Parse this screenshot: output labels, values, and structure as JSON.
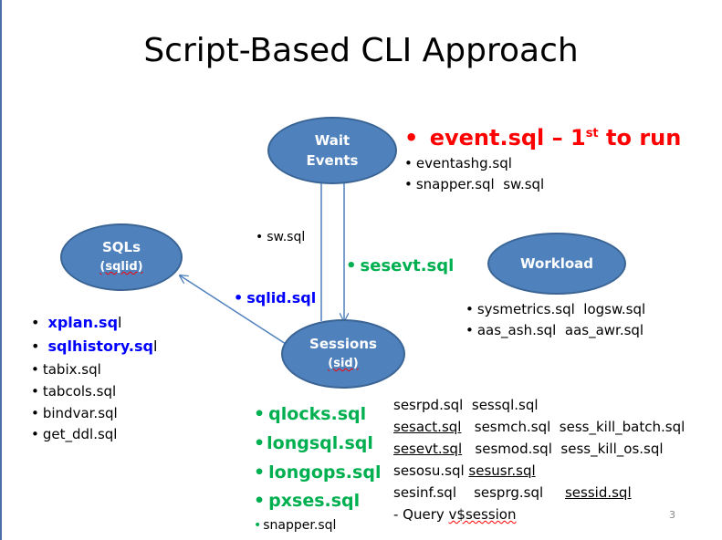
{
  "title": "Script-Based CLI Approach",
  "colors": {
    "node_fill": "#4f81bd",
    "node_border": "#3a6494",
    "accent_red": "#ff0000",
    "accent_green": "#00b050",
    "accent_blue": "#0000ff"
  },
  "nodes": {
    "wait_events": {
      "line1": "Wait",
      "line2": "Events"
    },
    "sqls": {
      "line1": "SQLs",
      "line2": "(sqlid)"
    },
    "workload": {
      "line1": "Workload"
    },
    "sessions": {
      "line1": "Sessions",
      "line2": "(sid)"
    }
  },
  "edge_labels": {
    "sw": "sw.sql",
    "sesevt": "sesevt.sql",
    "sqlid": "sqlid.sql"
  },
  "wait_events_scripts": {
    "headline": "event.sql – 1",
    "headline_sup": "st",
    "headline_tail": " to run",
    "items": [
      "eventashg.sql",
      "snapper.sql  sw.sql"
    ]
  },
  "workload_scripts": {
    "items": [
      "sysmetrics.sql  logsw.sql",
      "aas_ash.sql  aas_awr.sql"
    ]
  },
  "sqls_scripts": {
    "highlight": [
      {
        "main": "xplan.sq",
        "tail": "l"
      },
      {
        "main": "sqlhistory.sq",
        "tail": "l"
      }
    ],
    "items": [
      "tabix.sql",
      "tabcols.sql",
      "bindvar.sql",
      "get_ddl.sql"
    ]
  },
  "sessions_green": {
    "items": [
      "qlocks.sql",
      "longsql.sql",
      "longops.sql",
      "pxses.sql"
    ],
    "small": "snapper.sql"
  },
  "sessions_scripts": {
    "row1": "sesrpd.sql  sessql.sql",
    "row2_a": "sesact.sql",
    "row2_b": "   sesmch.sql  sess_kill_batch.sql",
    "row3_a": "sesevt.sql",
    "row3_b": "   sesmod.sql  sess_kill_os.sql",
    "row4_a": "sesosu.sql ",
    "row4_b": "sesusr.sql",
    "row5_a": "sesinf.sql    sesprg.sql     ",
    "row5_b": "sessid.sql",
    "row6_a": "- Query ",
    "row6_b": "v$session"
  },
  "page_number": "3"
}
